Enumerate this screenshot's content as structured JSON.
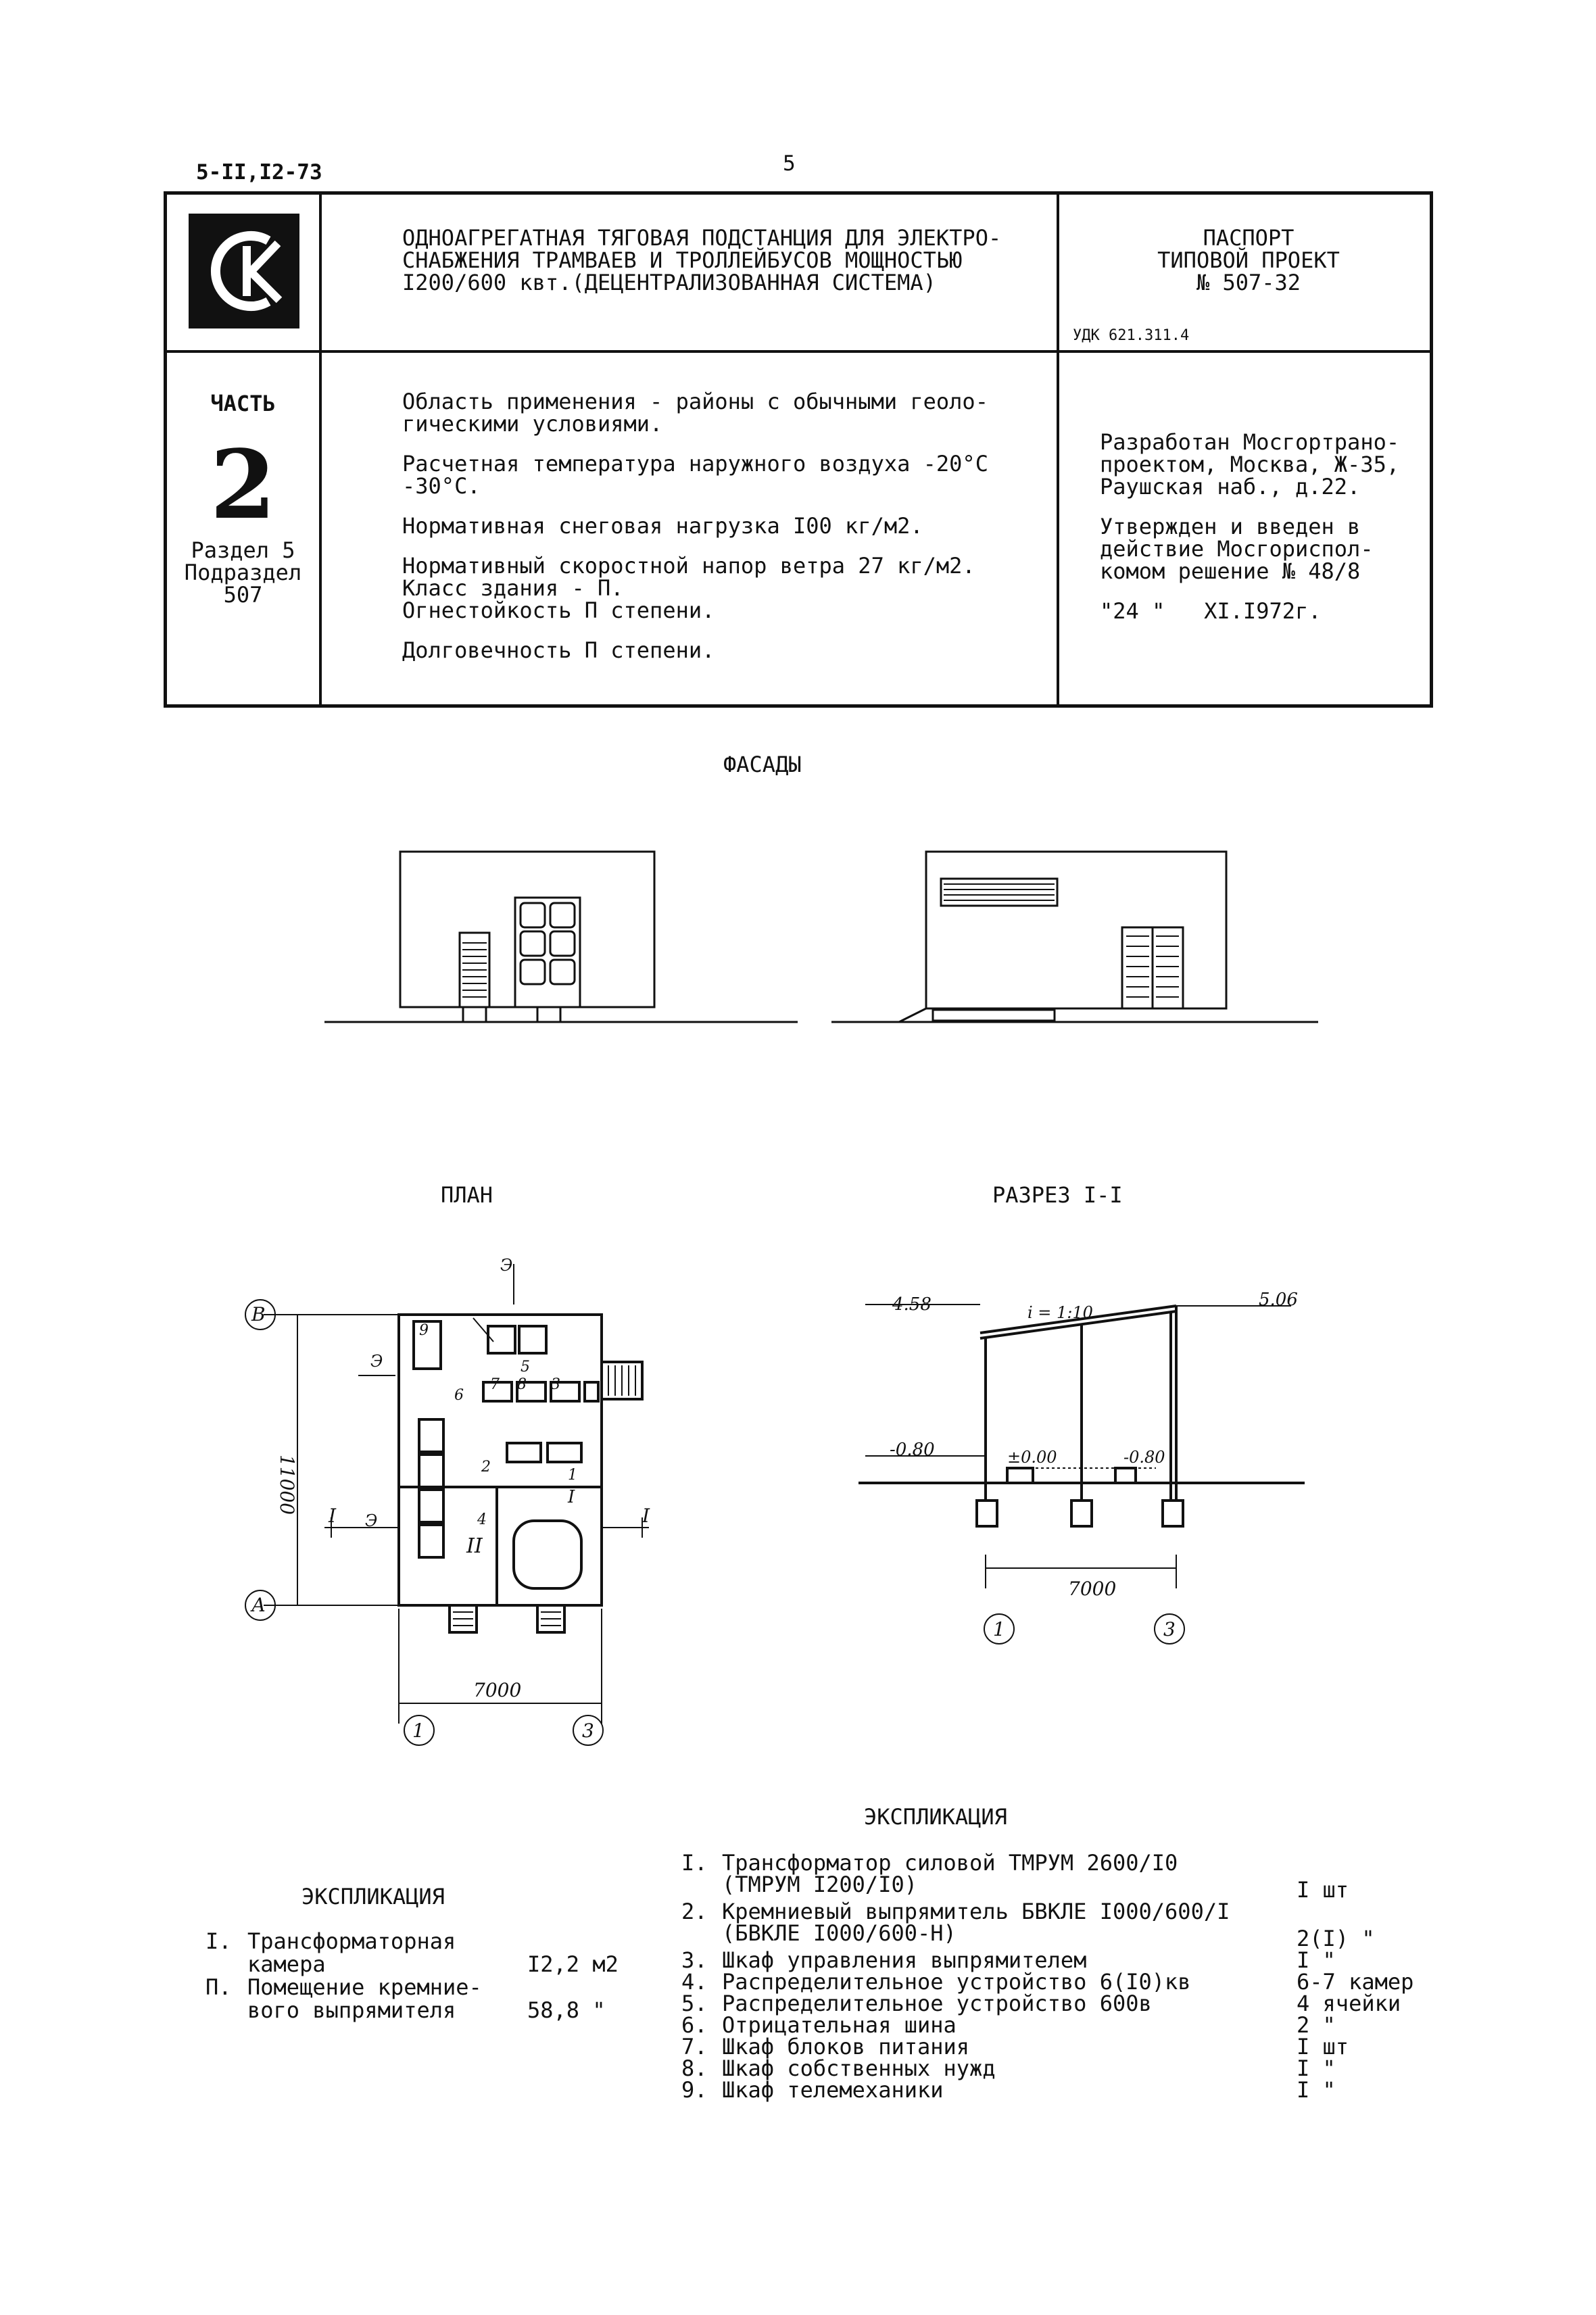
{
  "sheet": {
    "code": "5-II,I2-73",
    "page_number": "5"
  },
  "header": {
    "logo_text": "СК",
    "title_lines": [
      "ОДНОАГРЕГАТНАЯ ТЯГОВАЯ ПОДСТАНЦИЯ ДЛЯ ЭЛЕКТРО-",
      "СНАБЖЕНИЯ ТРАМВАЕВ И ТРОЛЛЕЙБУСОВ МОЩНОСТЬЮ",
      "I200/600 квт.(ДЕЦЕНТРАЛИЗОВАННАЯ СИСТЕМА)"
    ],
    "passport_lines": [
      "ПАСПОРТ",
      "ТИПОВОЙ ПРОЕКТ",
      "№ 507-32"
    ],
    "udk": "УДК 621.311.4"
  },
  "part": {
    "label": "ЧАСТЬ",
    "number": "2",
    "section_lines": [
      "Раздел 5",
      "Подраздел",
      "507"
    ]
  },
  "conditions": {
    "lines": [
      "Область применения - районы с обычными геоло-",
      "гическими условиями.",
      "Расчетная температура наружного воздуха -20°С",
      "-30°С.",
      "Нормативная снеговая нагрузка I00 кг/м2.",
      "Нормативный скоростной напор ветра 27 кг/м2.",
      "Класс здания - П.",
      "Огнестойкость П степени.",
      "Долговечность П степени."
    ]
  },
  "developer": {
    "lines": [
      "Разработан Мосгортрано-",
      "проектом, Москва, Ж-35,",
      "Раушская наб., д.22.",
      "Утвержден и введен в",
      "действие Мосгориспол-",
      "комом решение № 48/8",
      "\"24 \"   XI.I972г."
    ]
  },
  "drawings": {
    "facades_title": "ФАСАДЫ",
    "plan_title": "ПЛАН",
    "section_title": "РАЗРЕЗ I-I",
    "plan": {
      "axis_top": "В",
      "axis_bottom": "А",
      "axis_left": "1",
      "axis_right": "3",
      "dim_width": "7000",
      "dim_height": "11000",
      "room_1": "I",
      "room_2": "II",
      "cut_label": "I",
      "facade_mark": "Э",
      "items": [
        "1",
        "2",
        "3",
        "4",
        "5",
        "6",
        "7",
        "8",
        "9"
      ]
    },
    "section": {
      "level_left": "4.58",
      "level_right": "5.06",
      "slope": "i = 1:10",
      "level_zero": "±0.00",
      "level_inner": "-0.80",
      "level_ground": "-0.80",
      "dim_width": "7000",
      "axis_left": "1",
      "axis_right": "3"
    }
  },
  "explication_rooms": {
    "title": "ЭКСПЛИКАЦИЯ",
    "rows": [
      {
        "num": "I.",
        "name_lines": [
          "Трансформаторная",
          "камера"
        ],
        "value": "I2,2 м2"
      },
      {
        "num": "П.",
        "name_lines": [
          "Помещение кремние-",
          "вого выпрямителя"
        ],
        "value": "58,8 \""
      }
    ]
  },
  "explication_equipment": {
    "title": "ЭКСПЛИКАЦИЯ",
    "rows": [
      {
        "num": "I.",
        "name_lines": [
          "Трансформатор силовой ТМРУМ 2600/I0",
          "(ТМРУМ I200/I0)"
        ],
        "qty": "I шт"
      },
      {
        "num": "2.",
        "name_lines": [
          "Кремниевый выпрямитель БВКЛЕ I000/600/I",
          "(БВКЛЕ I000/600-Н)"
        ],
        "qty": "2(I) \""
      },
      {
        "num": "3.",
        "name_lines": [
          "Шкаф управления выпрямителем"
        ],
        "qty": "I \""
      },
      {
        "num": "4.",
        "name_lines": [
          "Распределительное устройство 6(I0)кв"
        ],
        "qty": "6-7 камер"
      },
      {
        "num": "5.",
        "name_lines": [
          "Распределительное устройство 600в"
        ],
        "qty": "4 ячейки"
      },
      {
        "num": "6.",
        "name_lines": [
          "Отрицательная шина"
        ],
        "qty": "2 \""
      },
      {
        "num": "7.",
        "name_lines": [
          "Шкаф блоков питания"
        ],
        "qty": "I шт"
      },
      {
        "num": "8.",
        "name_lines": [
          "Шкаф собственных нужд"
        ],
        "qty": "I \""
      },
      {
        "num": "9.",
        "name_lines": [
          "Шкаф телемеханики"
        ],
        "qty": "I \""
      }
    ]
  }
}
